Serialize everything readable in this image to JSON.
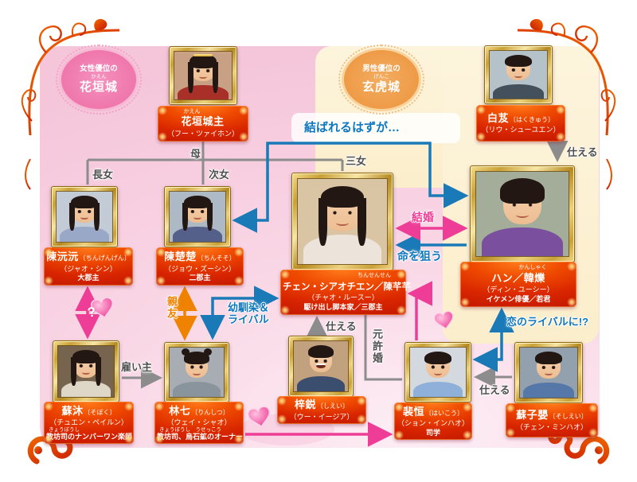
{
  "badges": {
    "female": {
      "line1": "女性優位の",
      "ruby": "かえん",
      "name": "花垣城"
    },
    "male": {
      "line1": "男性優位の",
      "ruby": "げんこ",
      "name": "玄虎城"
    }
  },
  "people": [
    {
      "name": "花垣城主",
      "ruby": "かえん",
      "actor": "（フー・ツァイホン）"
    },
    {
      "name": "白芨",
      "reading": "〔はくきゅう〕",
      "actor": "（リウ・シューユエン）"
    },
    {
      "name": "陳沅沅",
      "reading": "〔ちんげんげん〕",
      "actor": "（ジャオ・シン）",
      "role": "大郡主"
    },
    {
      "name": "陳楚楚",
      "reading": "〔ちんそそ〕",
      "actor": "（ジョウ・ズーシン）",
      "role": "二郡主"
    },
    {
      "name": "チェン・シアオチエン／陳芊芊",
      "ruby": "ちんせんせん",
      "actor": "（チャオ・ルースー）",
      "role": "駆け出し脚本家／三郡主"
    },
    {
      "name": "ハン／韓爍",
      "ruby": "かんしゃく",
      "actor": "（ディン・ユーシー）",
      "role": "イケメン俳優／若君"
    },
    {
      "name": "蘇沐",
      "reading": "〔そぼく〕",
      "actor": "（チュエン・ペイルン）",
      "role": "教坊司のナンバーワン楽師",
      "role_ruby": "きょうぼうし"
    },
    {
      "name": "林七",
      "reading": "〔りんしつ〕",
      "actor": "（ウェイ・シャオ）",
      "role": "教坊司、烏石鉱のオーナー",
      "role_ruby": "きょうぼうし　うせっこう"
    },
    {
      "name": "梓鋭",
      "reading": "〔しえい〕",
      "actor": "（ウー・イージア）"
    },
    {
      "name": "裴恒",
      "reading": "〔はいこう〕",
      "actor": "（ション・インハオ）",
      "role": "司学"
    },
    {
      "name": "蘇子嬰",
      "reading": "〔そしえい〕",
      "actor": "（チェン・ミンハオ）"
    }
  ],
  "labels": {
    "mother": "母",
    "eldest_daughter": "長女",
    "second_daughter": "次女",
    "third_daughter": "三女",
    "betrothed": "結ばれるはずが…",
    "serve": "仕える",
    "marriage": "結婚",
    "target_life": "命を狙う",
    "love_rival": "恋のライバルに!?",
    "childhood_line1": "幼馴染＆",
    "childhood_line2": "ライバル",
    "best_friend": "親友",
    "employer": "雇い主",
    "ex_fiance": "元許婚",
    "question_mark": "?"
  },
  "colors": {
    "plate_red": "#e23000",
    "frame_gold": "#caa23a",
    "pink_bg": "#f6cadd",
    "cream_bg": "#fcf2d7",
    "line_blue": "#0e76bc",
    "line_pink": "#ee3d96",
    "line_orange": "#ef8200",
    "line_gray": "#8c8c8c",
    "border_red": "#d62800"
  }
}
